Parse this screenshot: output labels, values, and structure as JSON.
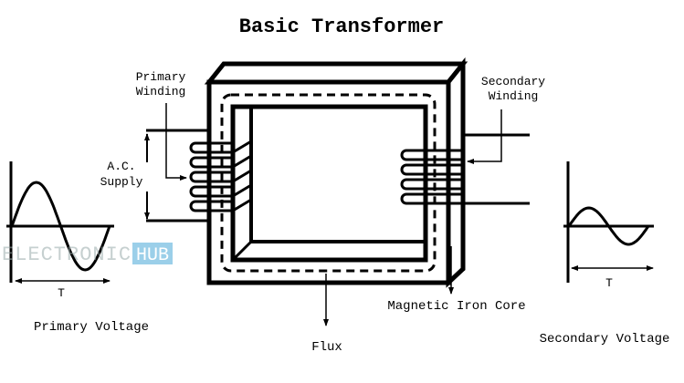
{
  "title": "Basic Transformer",
  "labels": {
    "primary_winding": [
      "Primary",
      "Winding"
    ],
    "secondary_winding": [
      "Secondary",
      "Winding"
    ],
    "ac_supply": [
      "A.C.",
      "Supply"
    ],
    "primary_voltage": "Primary Voltage",
    "secondary_voltage": "Secondary Voltage",
    "period_left": "T",
    "period_right": "T",
    "flux": "Flux",
    "core": "Magnetic Iron Core"
  },
  "watermark": {
    "left": "ELECTRONICS",
    "right": "HUB",
    "color": "#4aa8d8"
  }
}
